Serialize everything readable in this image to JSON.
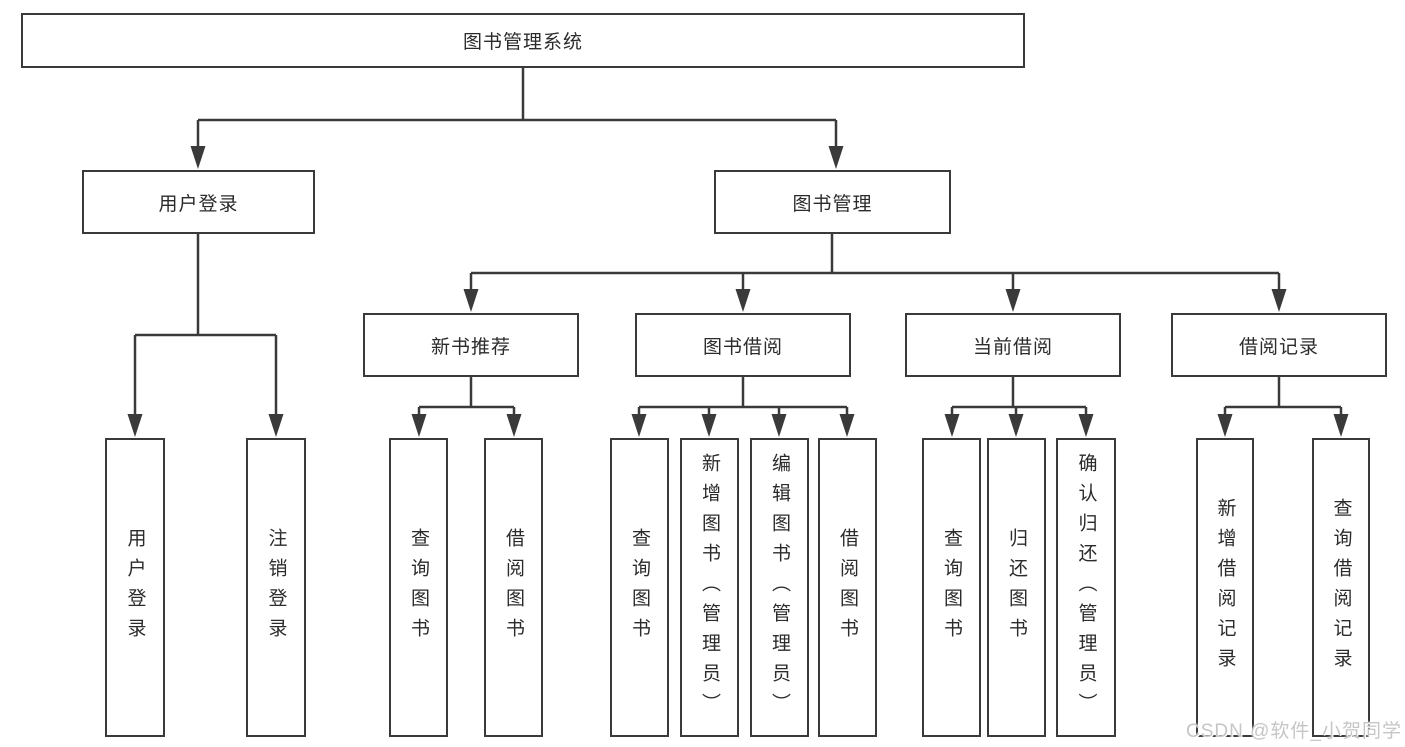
{
  "colors": {
    "line": "#3a3a3a",
    "box_border": "#3a3a3a",
    "box_background": "#ffffff",
    "text": "#2b2b2b",
    "watermark": "#c6c6c6"
  },
  "tree": {
    "root": {
      "label": "图书管理系统",
      "children": [
        {
          "label": "用户登录",
          "children": [
            {
              "label": "用户登录"
            },
            {
              "label": "注销登录"
            }
          ]
        },
        {
          "label": "图书管理",
          "children": [
            {
              "label": "新书推荐",
              "children": [
                {
                  "label": "查询图书"
                },
                {
                  "label": "借阅图书"
                }
              ]
            },
            {
              "label": "图书借阅",
              "children": [
                {
                  "label": "查询图书"
                },
                {
                  "label": "新增图书（管理员）"
                },
                {
                  "label": "编辑图书（管理员）"
                },
                {
                  "label": "借阅图书"
                }
              ]
            },
            {
              "label": "当前借阅",
              "children": [
                {
                  "label": "查询图书"
                },
                {
                  "label": "归还图书"
                },
                {
                  "label": "确认归还（管理员）"
                }
              ]
            },
            {
              "label": "借阅记录",
              "children": [
                {
                  "label": "新增借阅记录"
                },
                {
                  "label": "查询借阅记录"
                }
              ]
            }
          ]
        }
      ]
    }
  },
  "watermark": "CSDN @软件_小贺同学"
}
